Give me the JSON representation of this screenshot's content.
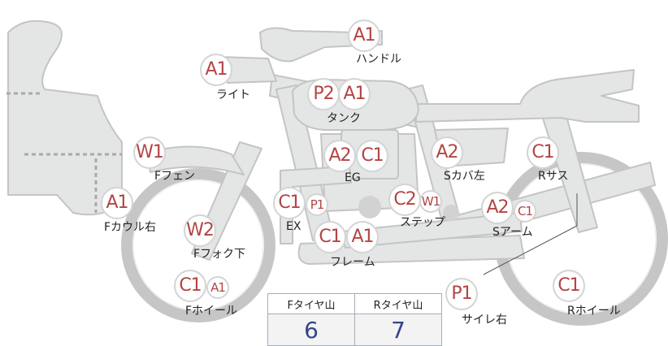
{
  "colors": {
    "badge_text": "#b34444",
    "badge_border": "#d4d4d4",
    "frame_fill": "#e4e5e5",
    "frame_stroke": "#c4c4c4",
    "table_value": "#34468a"
  },
  "badges": [
    {
      "id": "handle-1",
      "text": "A1"
    },
    {
      "id": "light-1",
      "text": "A1"
    },
    {
      "id": "tank-1",
      "text": "P2"
    },
    {
      "id": "tank-2",
      "text": "A1"
    },
    {
      "id": "ffender-1",
      "text": "W1"
    },
    {
      "id": "eg-1",
      "text": "A2"
    },
    {
      "id": "eg-2",
      "text": "C1"
    },
    {
      "id": "scover-1",
      "text": "A2"
    },
    {
      "id": "rsus-1",
      "text": "C1"
    },
    {
      "id": "fcowl-1",
      "text": "A1"
    },
    {
      "id": "ex-1",
      "text": "C1"
    },
    {
      "id": "ex-2",
      "text": "P1"
    },
    {
      "id": "step-1",
      "text": "C2"
    },
    {
      "id": "step-2",
      "text": "W1"
    },
    {
      "id": "sarm-1",
      "text": "A2"
    },
    {
      "id": "sarm-2",
      "text": "C1"
    },
    {
      "id": "ffork-1",
      "text": "W2"
    },
    {
      "id": "frame-1",
      "text": "C1"
    },
    {
      "id": "frame-2",
      "text": "A1"
    },
    {
      "id": "fwheel-1",
      "text": "C1"
    },
    {
      "id": "fwheel-2",
      "text": "A1"
    },
    {
      "id": "siren-1",
      "text": "P1"
    },
    {
      "id": "rwheel-1",
      "text": "C1"
    }
  ],
  "labels": {
    "handle": "ハンドル",
    "light": "ライト",
    "tank": "タンク",
    "ffender": "Fフェン",
    "eg": "EG",
    "scover": "Sカバ左",
    "rsus": "Rサス",
    "fcowl": "Fカウル右",
    "ex": "EX",
    "step": "ステップ",
    "sarm": "Sアーム",
    "ffork": "Fフォク下",
    "frame": "フレーム",
    "fwheel": "Fホイール",
    "siren": "サイレ右",
    "rwheel": "Rホイール"
  },
  "tire_table": {
    "headers": [
      "Fタイヤ山",
      "Rタイヤ山"
    ],
    "values": [
      "6",
      "7"
    ]
  }
}
